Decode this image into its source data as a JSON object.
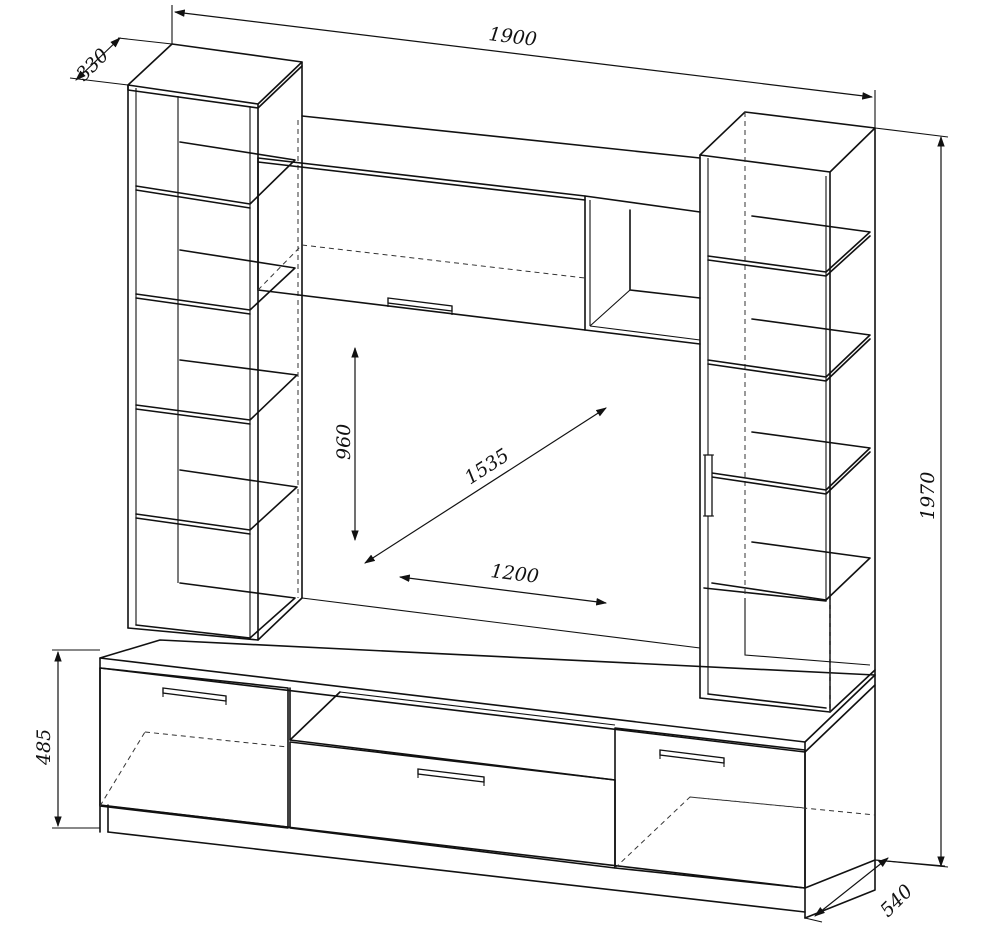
{
  "dimensions": {
    "total_width": "1900",
    "side_depth": "330",
    "total_height": "1970",
    "base_height": "485",
    "base_depth": "540",
    "niche_height": "960",
    "niche_diagonal": "1535",
    "niche_width": "1200"
  },
  "colors": {
    "line": "#111111",
    "background": "#ffffff"
  }
}
